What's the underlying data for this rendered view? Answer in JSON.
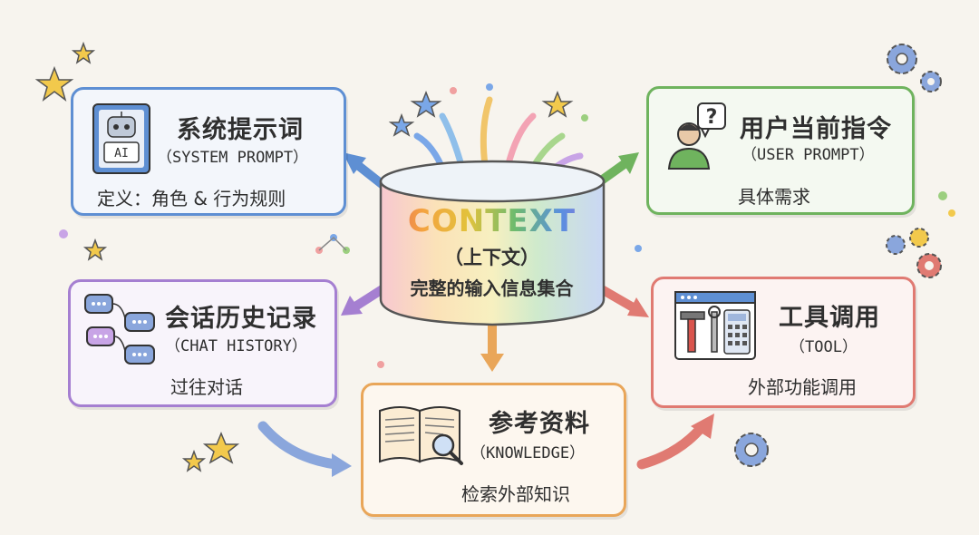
{
  "center": {
    "title": "CONTEXT",
    "subtitle": "（上下文）",
    "description": "完整的输入信息集合"
  },
  "nodes": {
    "system": {
      "title": "系统提示词",
      "subtitle": "（SYSTEM PROMPT）",
      "description": "定义：角色 & 行为规则",
      "icon_text": "AI",
      "color": "#5e8fd3"
    },
    "user": {
      "title": "用户当前指令",
      "subtitle": "（USER PROMPT）",
      "description": "具体需求",
      "color": "#6fb35e"
    },
    "chat": {
      "title": "会话历史记录",
      "subtitle": "（CHAT HISTORY）",
      "description": "过往对话",
      "color": "#a57fd1"
    },
    "tool": {
      "title": "工具调用",
      "subtitle": "（TOOL）",
      "description": "外部功能调用",
      "color": "#e07a72"
    },
    "knowledge": {
      "title": "参考资料",
      "subtitle": "（KNOWLEDGE）",
      "description": "检索外部知识",
      "color": "#e9a659"
    }
  },
  "icons": [
    "robot-icon",
    "person-question-icon",
    "chat-bubbles-icon",
    "tools-icon",
    "book-magnifier-icon",
    "gear-icon",
    "star-icon"
  ]
}
